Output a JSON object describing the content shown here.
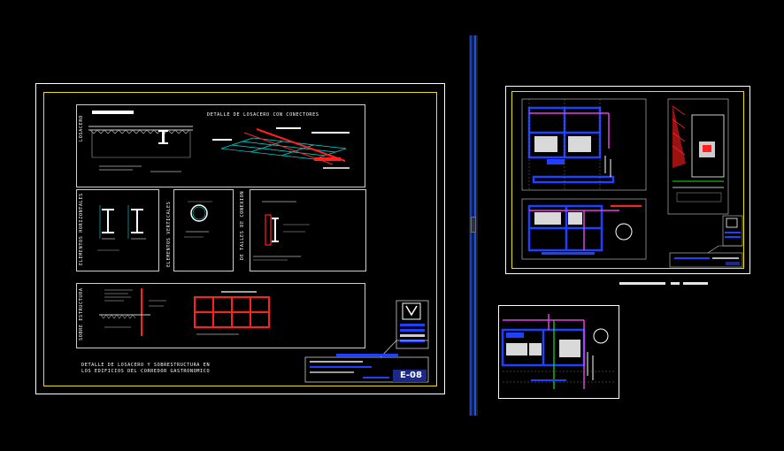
{
  "main_sheet": {
    "titles": {
      "losacero": "LOSACERO",
      "detail_connectors": "DETALLE DE LOSACERO CON CONECTORES",
      "horizontal_elements": "ELEMENTOS HORIZONTALES",
      "vertical_elements": "ELEMENTOS VERTICALES",
      "connection_details": "DE TALLES DE CONEXION",
      "overstructure": "SOBRE ESTRUCTURA"
    },
    "caption_line1": "DETALLE DE LOSACERO Y SOBRESTRUCTURA EN",
    "caption_line2": "LOS EDIFICIOS DEL CORREDOR GASTRONOMICO",
    "sheet_number": "E-08"
  },
  "colors": {
    "sheet_border": "#ffffff",
    "inner_border": "#f0e000",
    "walls_blue": "#2040ff",
    "pipes_magenta": "#e040e0",
    "red": "#ff2020",
    "cyan": "#00e0e0",
    "green": "#20e020",
    "divider_blue": "#1040d0"
  }
}
